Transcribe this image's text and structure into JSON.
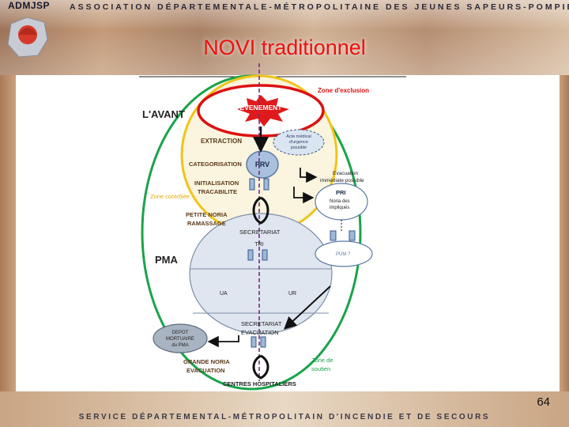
{
  "header": {
    "logo_text": "ADMJSP",
    "org_text": "ASSOCIATION DÉPARTEMENTALE-MÉTROPOLITAINE DES JEUNES SAPEURS-POMPIERS",
    "title": "NOVI traditionnel"
  },
  "diagram": {
    "zone_exclusion": "Zone d'exclusion",
    "evenement": "EVENEMENT",
    "lavant": "L'AVANT",
    "acte_medical": [
      "Acte médical",
      "d'urgence",
      "possible"
    ],
    "extraction": "EXTRACTION",
    "categorisation": "CATEGORISATION",
    "prv": "PRV",
    "evacuation_immediate": [
      "Evacuation",
      "immédiate possible"
    ],
    "initialisation": [
      "INITIALISATION",
      "TRACABILITE"
    ],
    "zone_controlee": "Zone contrôlée",
    "pri": "PRI",
    "noria_impliques": [
      "Noria des",
      "impliqués"
    ],
    "petite_noria": [
      "PETITE NORIA",
      "RAMASSAGE"
    ],
    "secretariat": "SECRETARIAT",
    "tri": "TRI",
    "pum": "PUM ?",
    "pma": "PMA",
    "ua": "UA",
    "ur": "UR",
    "depot_mortuaire": [
      "DEPOT",
      "MORTUAIRE",
      "du PMA"
    ],
    "secretariat_evacuation": [
      "SECRETARIAT",
      "EVACUATION"
    ],
    "grande_noria": [
      "GRANDE NORIA",
      "EVACUATION"
    ],
    "zone_soutien": [
      "Zone de",
      "soutien"
    ],
    "centres_hospitaliers": "CENTRES HOSPITALIERS"
  },
  "footer": {
    "service_text": "SERVICE DÉPARTEMENTAL-MÉTROPOLITAIN D'INCENDIE ET DE SECOURS",
    "page_number": "64"
  },
  "colors": {
    "title_red": "#ee1111",
    "zone_exclusion_red": "#dd1111",
    "zone_controlee_yellow": "#f0c419",
    "zone_soutien_green": "#1aa34a",
    "pma_fill": "#dfe6f0",
    "node_blue": "#a9c1de"
  }
}
